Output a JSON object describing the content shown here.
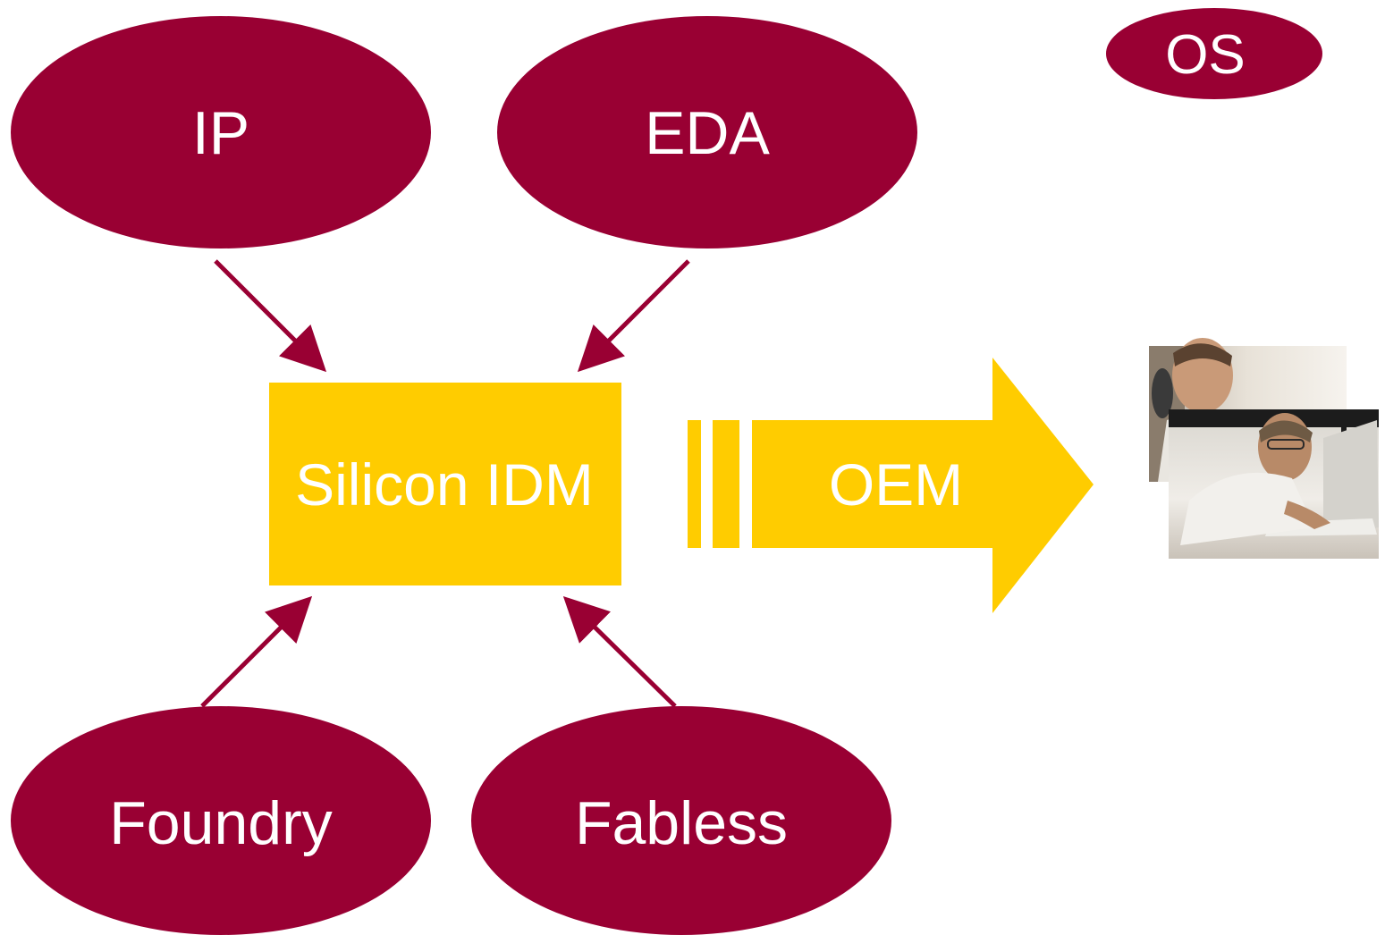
{
  "colors": {
    "ellipse_fill": "#990033",
    "box_fill": "#ffcc00",
    "label_text": "#ffffff",
    "background": "#ffffff"
  },
  "nodes": {
    "ip": {
      "label": "IP"
    },
    "eda": {
      "label": "EDA"
    },
    "os": {
      "label": "OS"
    },
    "silicon_idm": {
      "label": "Silicon IDM"
    },
    "oem": {
      "label": "OEM"
    },
    "foundry": {
      "label": "Foundry"
    },
    "fabless": {
      "label": "Fabless"
    }
  },
  "edges": [
    {
      "from": "IP",
      "to": "Silicon IDM"
    },
    {
      "from": "EDA",
      "to": "Silicon IDM"
    },
    {
      "from": "Foundry",
      "to": "Silicon IDM"
    },
    {
      "from": "Fabless",
      "to": "Silicon IDM"
    },
    {
      "from": "Silicon IDM",
      "to": "OEM"
    }
  ],
  "images": {
    "end_users_photo": "photo-of-men-on-phone-and-laptop"
  }
}
